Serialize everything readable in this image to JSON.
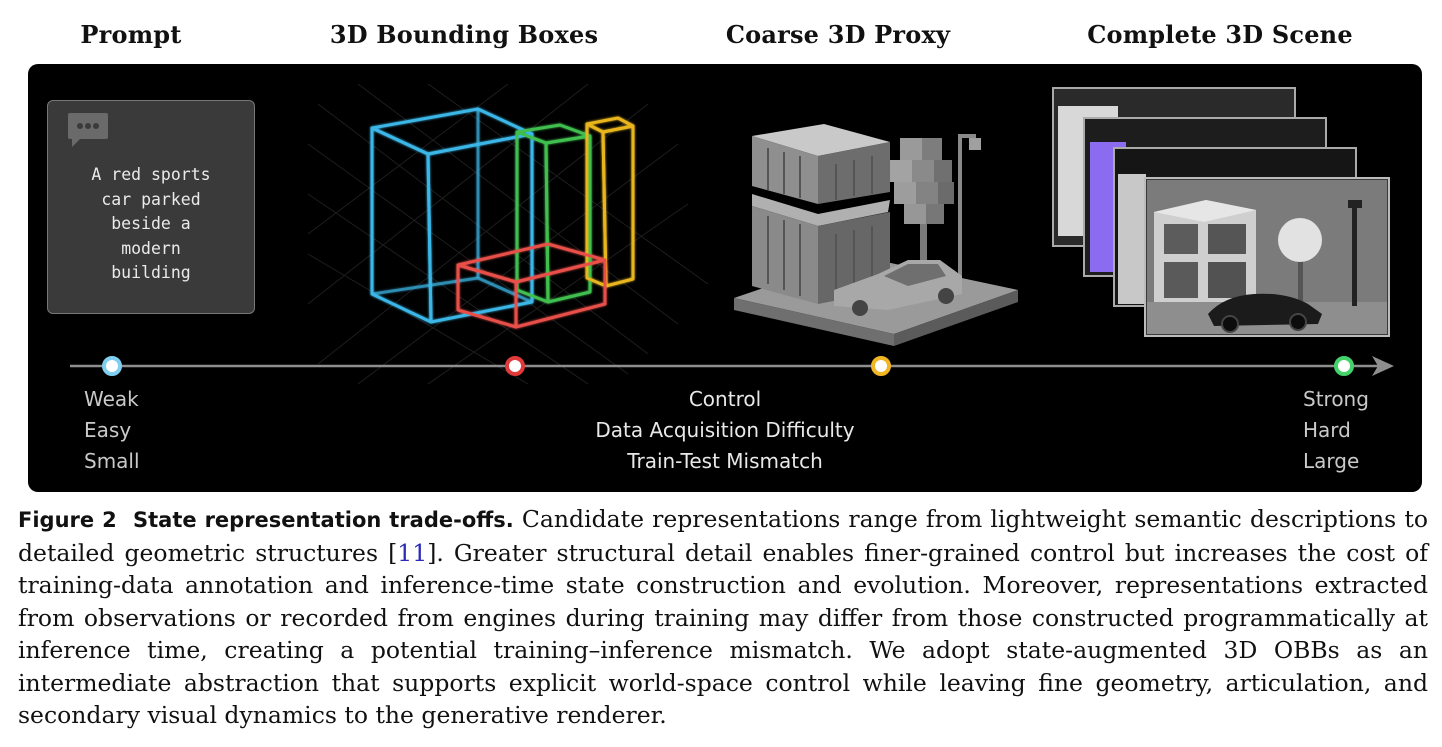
{
  "columns": {
    "prompt": "Prompt",
    "bboxes": "3D Bounding Boxes",
    "proxy": "Coarse 3D Proxy",
    "scene": "Complete 3D Scene"
  },
  "prompt_card": {
    "text": "A red sports\ncar parked\nbeside a\nmodern\nbuilding",
    "icon": "chat-bubble-icon"
  },
  "axis": {
    "left_labels": [
      "Weak",
      "Easy",
      "Small"
    ],
    "center_labels": [
      "Control",
      "Data Acquisition Difficulty",
      "Train-Test Mismatch"
    ],
    "right_labels": [
      "Strong",
      "Hard",
      "Large"
    ],
    "markers": [
      {
        "name": "prompt",
        "color": "#7fd0f0"
      },
      {
        "name": "bboxes",
        "color": "#e23a3a"
      },
      {
        "name": "proxy",
        "color": "#f0b624"
      },
      {
        "name": "scene",
        "color": "#43d36a"
      }
    ]
  },
  "bbox_colors": {
    "blue": "#3ab6e6",
    "green": "#3fbf4f",
    "yellow": "#e8b61e",
    "red": "#e8504a"
  },
  "caption": {
    "label": "Figure 2",
    "title": "State representation trade-offs.",
    "text_before_cite": " Candidate representations range from lightweight semantic descriptions to detailed geometric structures [",
    "cite": "11",
    "text_after_cite": "]. Greater structural detail enables finer-grained control but increases the cost of training-data annotation and inference-time state construction and evolution. Moreover, representations extracted from observations or recorded from engines during training may differ from those constructed programmatically at inference time, creating a potential training–inference mismatch. We adopt state-augmented 3D OBBs as an intermediate abstraction that supports explicit world-space control while leaving fine geometry, articulation, and secondary visual dynamics to the generative renderer."
  }
}
